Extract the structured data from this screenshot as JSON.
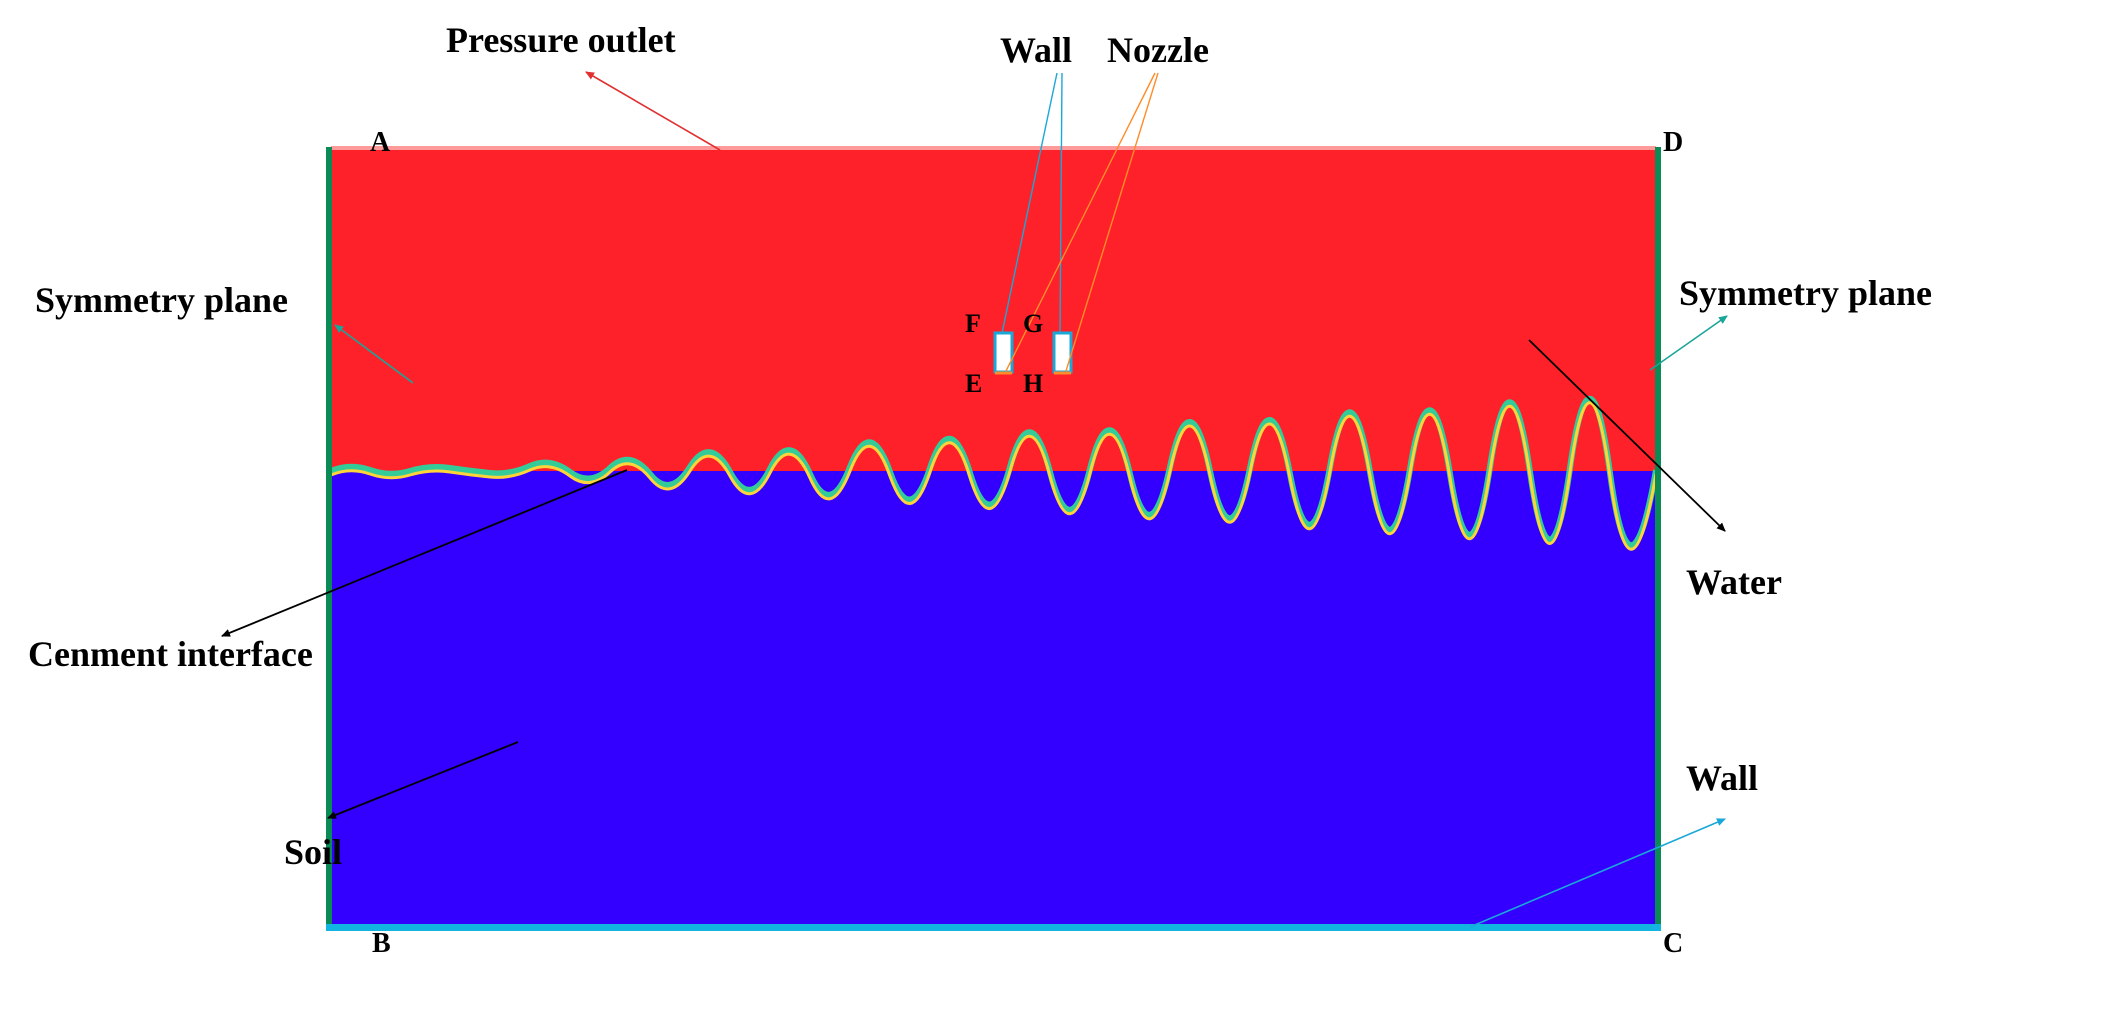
{
  "diagram": {
    "corners": {
      "a": "A",
      "b": "B",
      "c": "C",
      "d": "D"
    },
    "points": {
      "e": "E",
      "f": "F",
      "g": "G",
      "h": "H"
    },
    "labels": {
      "pressure_outlet": "Pressure outlet",
      "wall_top": "Wall",
      "nozzle": "Nozzle",
      "symmetry_left": "Symmetry plane",
      "symmetry_right": "Symmetry plane",
      "water": "Water",
      "cement_interface": "Cenment interface",
      "soil": "Soil",
      "wall_bottom": "Wall"
    },
    "colors": {
      "water": "#ff2129",
      "soil": "#3300ff",
      "side_boundary": "#0a8a55",
      "bottom_boundary": "#12b5e0",
      "top_boundary": "#ff9a9a",
      "interface": "#33cc99",
      "arrow_pressure": "#e03030",
      "arrow_symmetry": "#1aa59a",
      "arrow_wall": "#1aa8d8",
      "arrow_nozzle": "#ff8c2a",
      "arrow_black": "#000000"
    }
  }
}
